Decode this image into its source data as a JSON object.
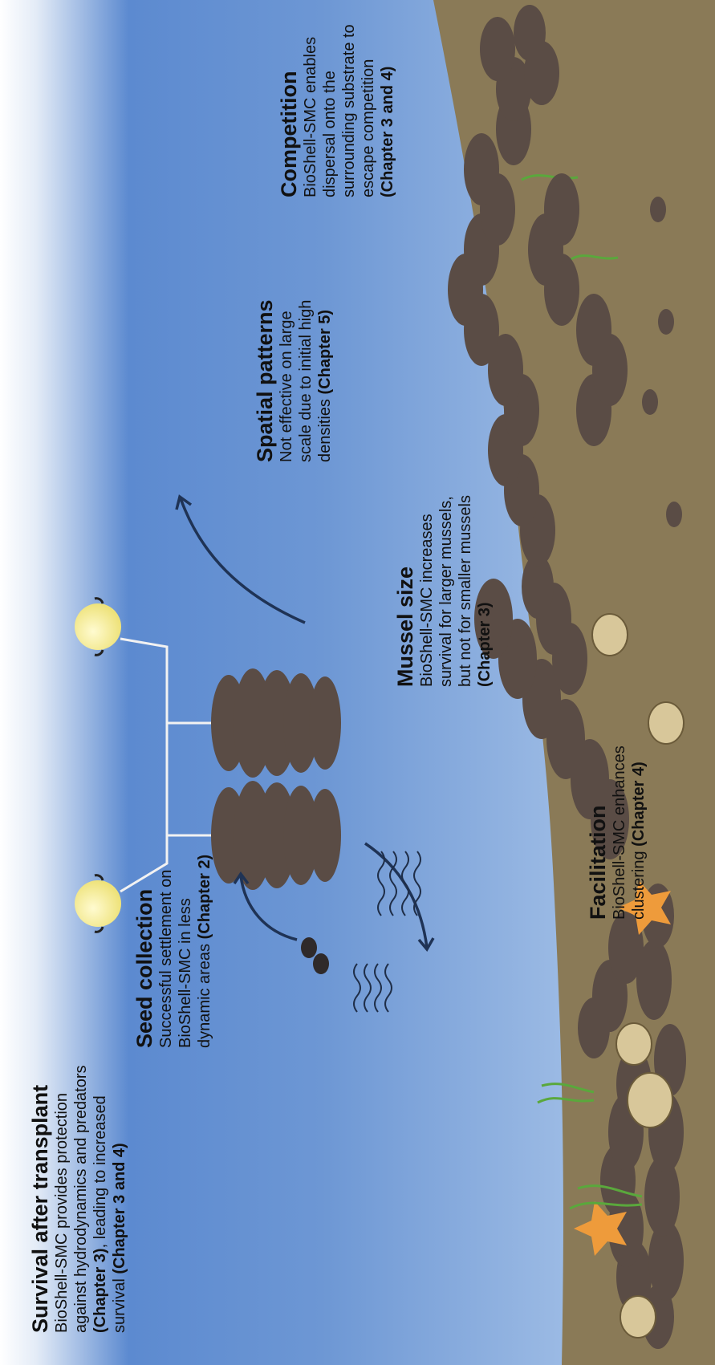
{
  "sections": {
    "survival": {
      "heading": "Survival after transplant",
      "text_a": "BioShell-SMC provides protection against hydrodynamics and predators",
      "ref_a": "(Chapter 3)",
      "text_b": ", leading to increased survival",
      "ref_b": "(Chapter 3 and 4)"
    },
    "seed": {
      "heading": "Seed collection",
      "text": "Successful settlement on BioShell-SMC in less dynamic areas",
      "ref": "(Chapter 2)"
    },
    "facilitation": {
      "heading": "Facilitation",
      "text": "BioShell-SMC enhances clustering",
      "ref": "(Chapter 4)"
    },
    "mussel_size": {
      "heading": "Mussel size",
      "text": "BioShell-SMC increases survival for larger mussels, but not for smaller mussels",
      "ref": "(Chapter 3)"
    },
    "spatial": {
      "heading": "Spatial patterns",
      "text": "Not effective on large scale due to initial high densities",
      "ref": "(Chapter 5)"
    },
    "competition": {
      "heading": "Competition",
      "text": "BioShell-SMC enables dispersal onto the surrounding substrate to escape competition",
      "ref": "(Chapter 3 and 4)"
    }
  },
  "colors": {
    "water_deep": "#4f7fc8",
    "water_light": "#a9c6ea",
    "sediment": "#8a7a57",
    "mussel": "#5a4c45",
    "buoy": "#f6ef9a",
    "crab": "#d8c79a",
    "starfish": "#ee9b3b",
    "seaweed": "#5aa83c"
  },
  "icons": [
    "buoy-icon",
    "mussel-rope-icon",
    "crab-icon",
    "starfish-icon",
    "seaweed-icon",
    "wave-icon",
    "arrow-icon",
    "mussel-patch-icon"
  ]
}
